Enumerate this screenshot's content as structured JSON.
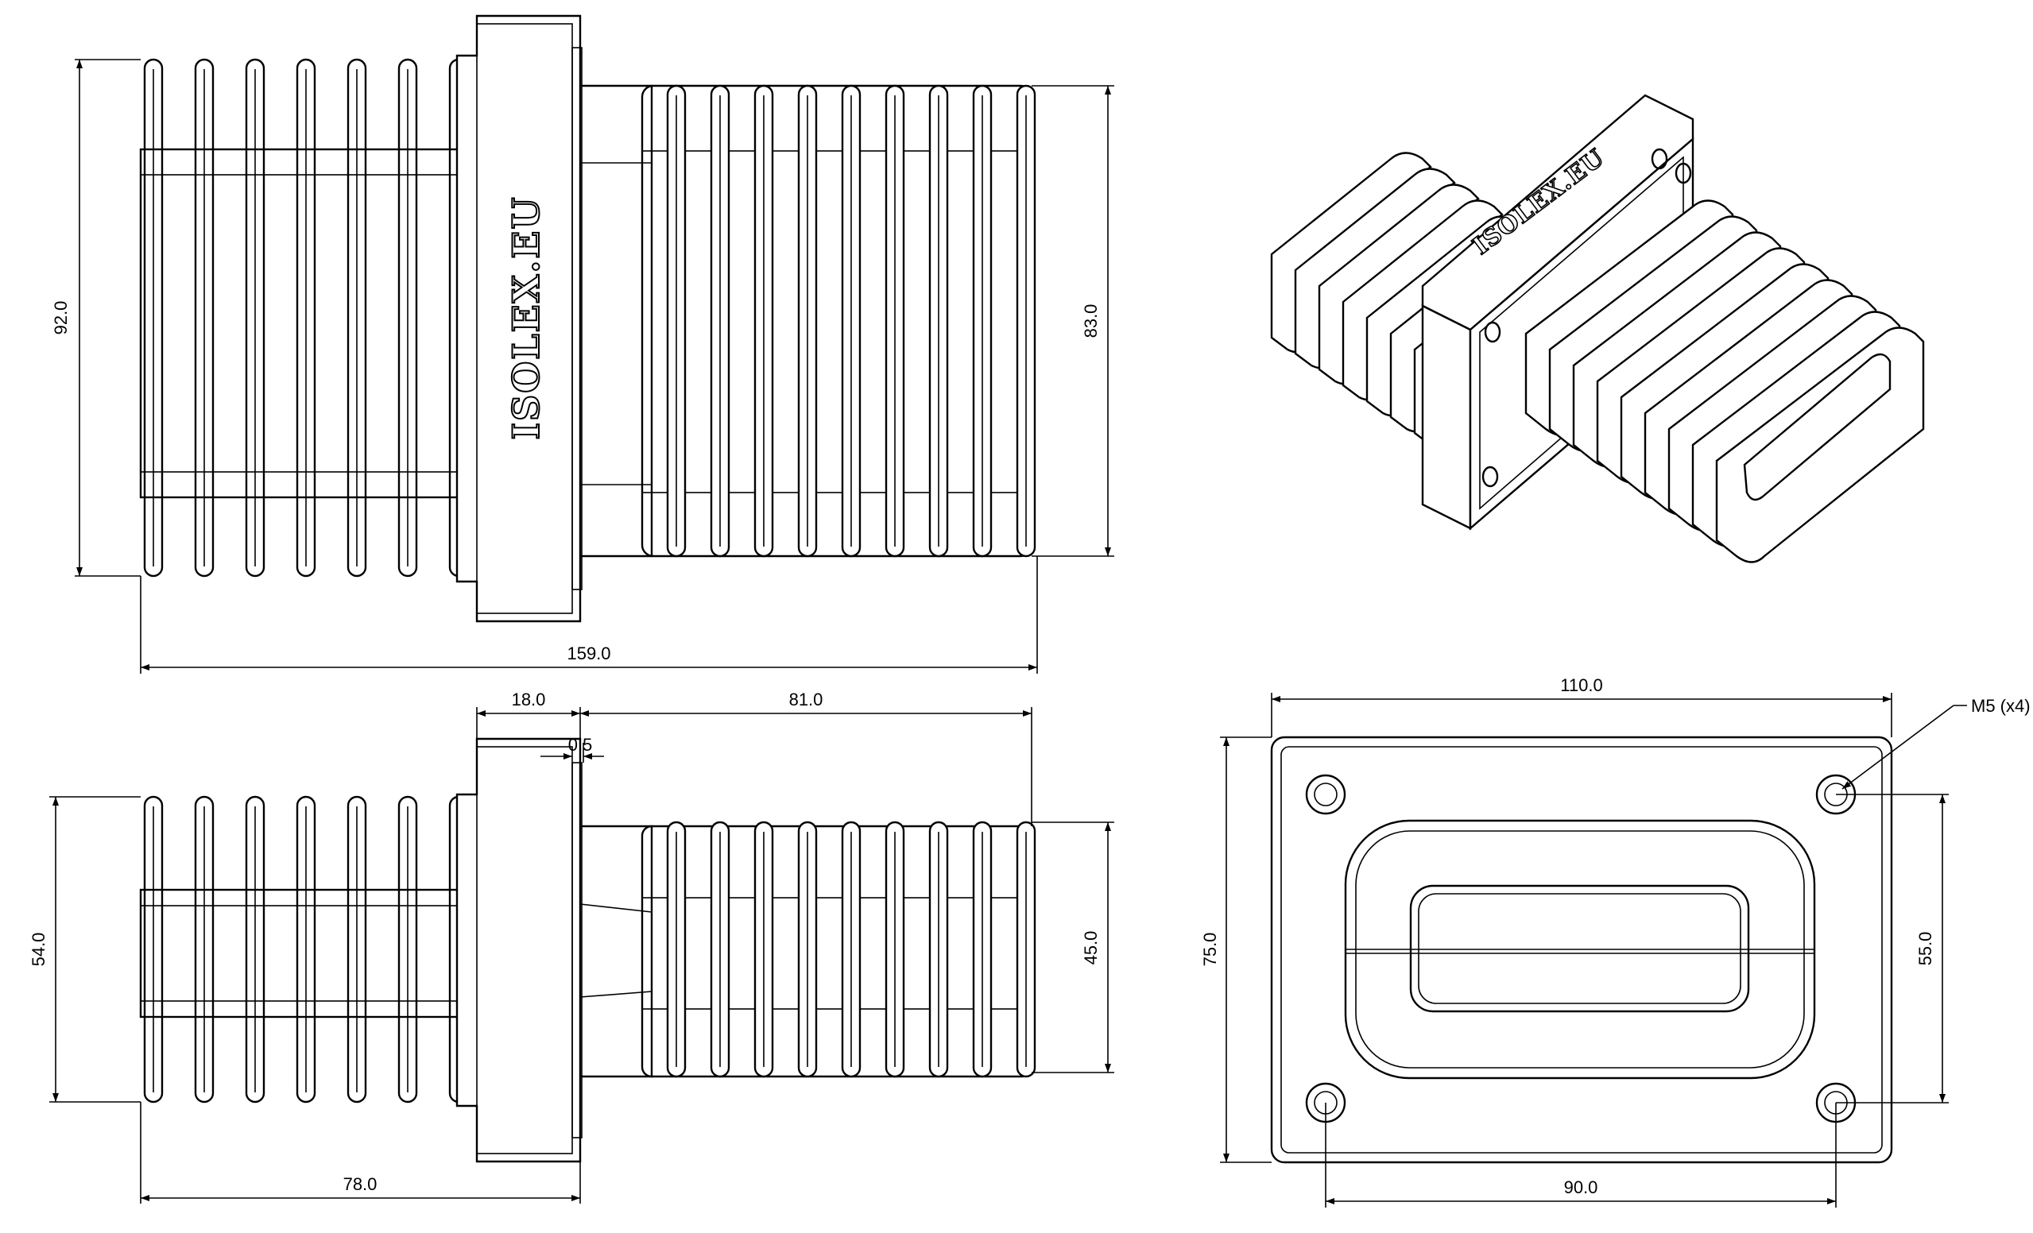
{
  "drawing": {
    "brand": "ISOLEX.EU",
    "dimensions": {
      "overall_length": "159.0",
      "left_height_top": "92.0",
      "right_height_top": "83.0",
      "flange_thickness": "18.0",
      "right_length": "81.0",
      "gap": "0.5",
      "left_height_side": "54.0",
      "right_height_side": "45.0",
      "left_length": "78.0",
      "flange_width": "110.0",
      "flange_height": "75.0",
      "hole_vertical": "55.0",
      "hole_horizontal": "90.0",
      "holes_callout": "M5 (x4)"
    }
  }
}
